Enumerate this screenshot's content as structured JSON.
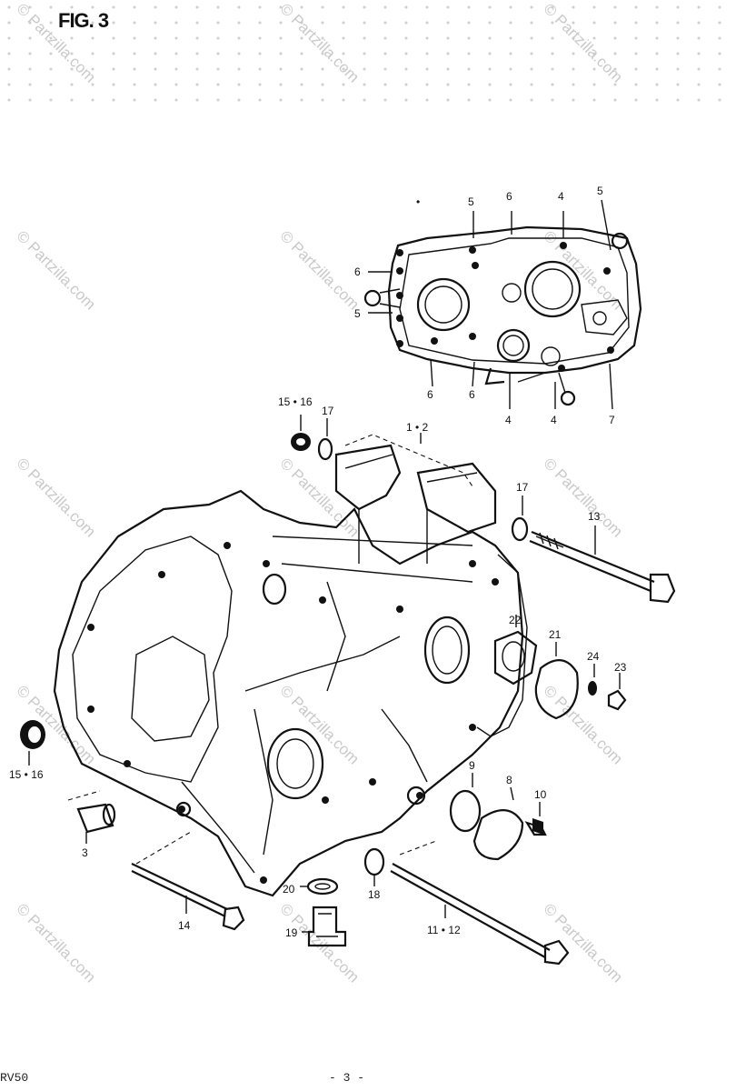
{
  "figure": {
    "title": "FIG. 3"
  },
  "footer": {
    "model": "RV50",
    "page": "- 3 -"
  },
  "watermark": {
    "text": "© Partzilla.com"
  },
  "callouts": {
    "c_top_dot": "•",
    "c_top_5a": "5",
    "c_top_6a": "6",
    "c_top_4a": "4",
    "c_top_5b": "5",
    "c_left_6": "6",
    "c_left_5": "5",
    "c_bot_6a": "6",
    "c_bot_6b": "6",
    "c_bot_4a": "4",
    "c_bot_4b": "4",
    "c_bot_7": "7",
    "c_1516_top": "15 • 16",
    "c_17_top": "17",
    "c_1_2": "1 • 2",
    "c_17_right": "17",
    "c_13": "13",
    "c_22": "22",
    "c_21": "21",
    "c_24": "24",
    "c_23": "23",
    "c_1516_left": "15 • 16",
    "c_9": "9",
    "c_8": "8",
    "c_10": "10",
    "c_3": "3",
    "c_14": "14",
    "c_20": "20",
    "c_18": "18",
    "c_19": "19",
    "c_11_12": "11 • 12"
  }
}
